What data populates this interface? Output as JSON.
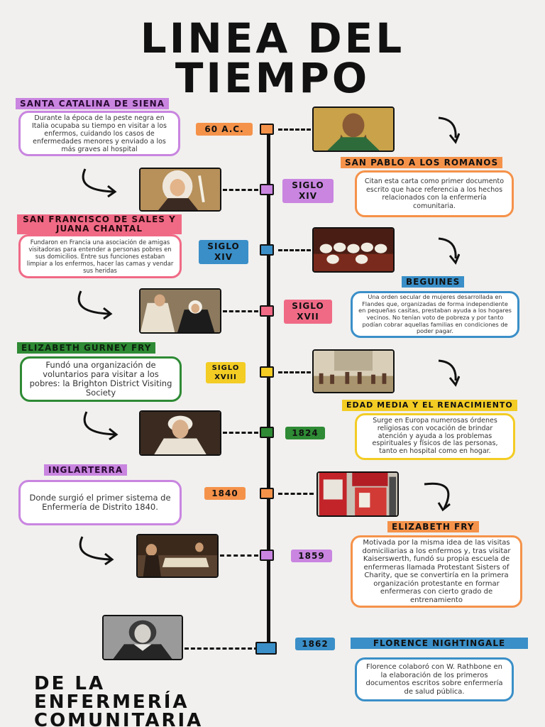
{
  "title": {
    "line1": "LINEA DEL",
    "line2": "TIEMPO"
  },
  "footer": {
    "line1": "DE LA",
    "line2": "ENFERMERÍA",
    "line3": "COMUNITARIA"
  },
  "colors": {
    "purple": "#c985e0",
    "orange": "#f5924a",
    "blue": "#3a8fc8",
    "pink": "#f06a86",
    "green": "#2e8a34",
    "yellow": "#f3cc24"
  },
  "events": [
    {
      "date": "60 A.C.",
      "header": "SANTA CATALINA DE SIENA",
      "text": "Durante la época de la peste negra en Italia ocupaba su tiempo en visitar a los enfermos, cuidando los casos de enfermedades menores y enviado a los más graves al hospital"
    },
    {
      "date": "SIGLO XIV",
      "header": "SAN PABLO A LOS ROMANOS",
      "text": "Citan esta carta como primer documento escrito que hace referencia a los hechos relacionados con la enfermería comunitaria."
    },
    {
      "date": "SIGLO XIV",
      "header": "SAN FRANCISCO DE SALES Y JUANA CHANTAL",
      "text": "Fundaron en Francia una asociación de amigas visitadoras para entender a personas pobres en sus domicilios. Entre sus funciones estaban limpiar a los enfermos, hacer las camas y vendar sus heridas"
    },
    {
      "date": "SIGLO XVII",
      "header": "BEGUINES",
      "text": "Una orden secular de mujeres desarrollada en Flandes que, organizadas de forma independiente en pequeñas casitas, prestaban ayuda a los hogares vecinos. No tenían voto de pobreza y por tanto podían cobrar aquellas familias en condiciones de poder pagar."
    },
    {
      "date": "SIGLO XVIII",
      "header": "ELIZABETH GURNEY FRY",
      "text": "Fundó una organización de voluntarios para visitar a los pobres: la Brighton District Visiting Society"
    },
    {
      "date": "1824",
      "header": "EDAD MEDIA Y EL RENACIMIENTO",
      "text": "Surge en Europa numerosas órdenes religiosas con vocación de brindar atención y ayuda a los problemas espirituales y físicos de las personas, tanto en hospital como en hogar."
    },
    {
      "date": "1840",
      "header": "INGLARTERRA",
      "text": "Donde surgió el primer sistema de Enfermería de Distrito 1840."
    },
    {
      "date": "1859",
      "header": "ELIZABETH FRY",
      "text": "Motivada por la misma idea de las visitas domiciliarias a los enfermos y, tras visitar Kaiserswerth, fundó su propia escuela de enfermeras llamada Protestant Sisters of Charity, que se convertiría en la primera organización protestante en formar enfermeras con cierto grado de entrenamiento"
    },
    {
      "date": "1862",
      "header": "FLORENCE NIGHTINGALE",
      "text": "Florence colaboró con W. Rathbone en la elaboración de los primeros documentos escritos sobre enfermería de salud pública."
    }
  ]
}
